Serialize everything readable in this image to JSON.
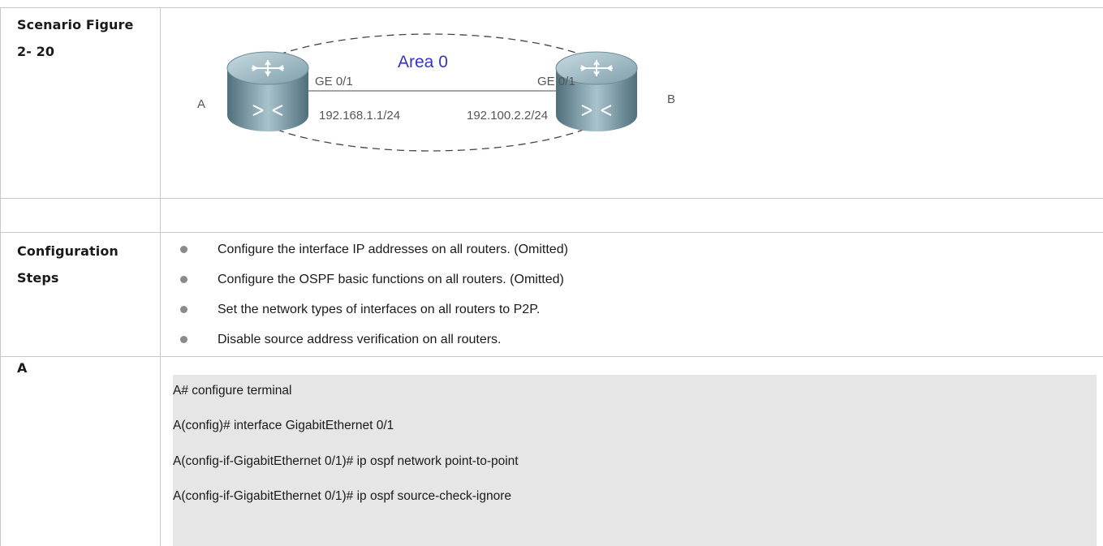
{
  "labels": {
    "figure_line1": "Scenario Figure",
    "figure_line2": "2- 20",
    "steps_line1": "Configuration",
    "steps_line2": "Steps",
    "device": "A"
  },
  "figure": {
    "area": "Area 0",
    "router_a": "A",
    "router_b": "B",
    "port_a": "GE 0/1",
    "port_b": "GE 0/1",
    "ip_a": "192.168.1.1/24",
    "ip_b": "192.100.2.2/24",
    "colors": {
      "area_text": "#3535c0",
      "router_body": "#6a8c98"
    }
  },
  "steps": [
    "Configure the interface IP addresses on all routers. (Omitted)",
    "Configure the OSPF basic functions on all routers. (Omitted)",
    "Set the network types of interfaces on all routers to P2P.",
    "Disable source address verification on all routers."
  ],
  "code": [
    "A# configure terminal",
    "A(config)# interface GigabitEthernet 0/1",
    "A(config-if-GigabitEthernet 0/1)# ip ospf network point-to-point",
    "A(config-if-GigabitEthernet 0/1)# ip ospf source-check-ignore"
  ]
}
